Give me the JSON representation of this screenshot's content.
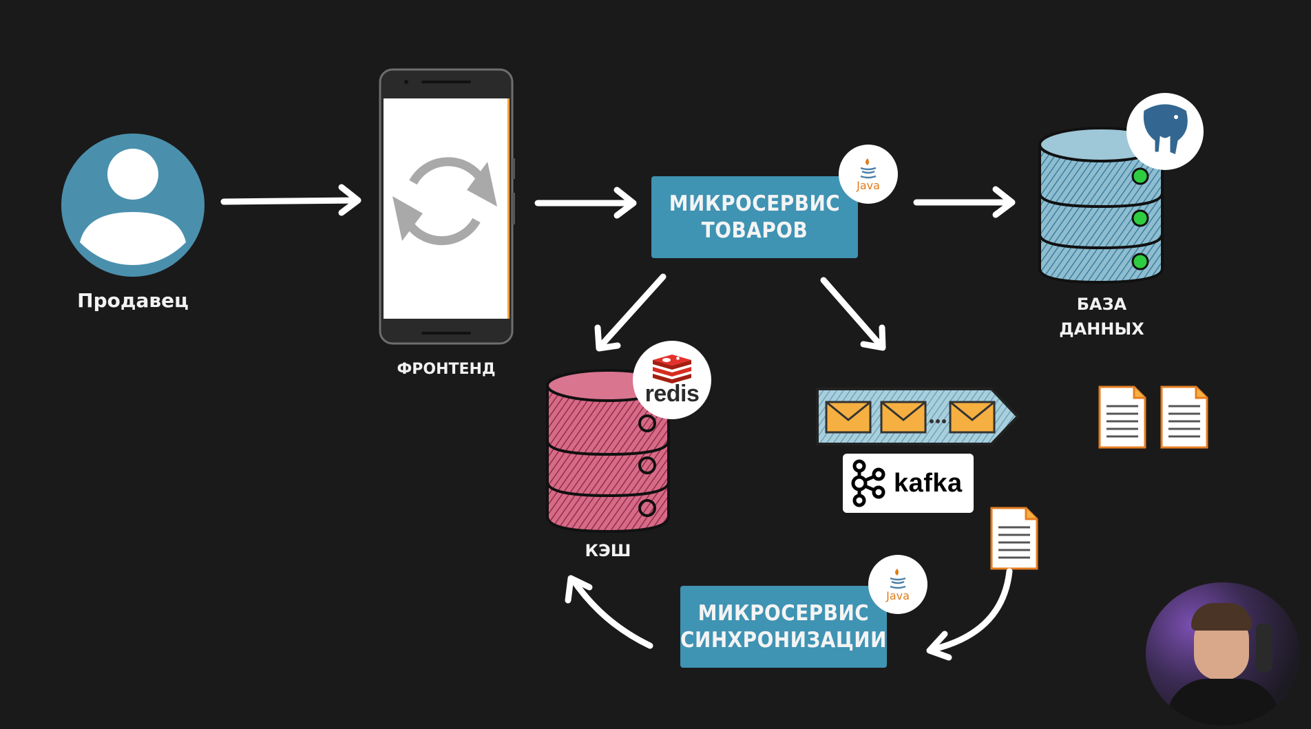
{
  "nodes": {
    "seller": {
      "label": "Продавец"
    },
    "frontend": {
      "label": "ФРОНТЕНД"
    },
    "product_service": {
      "line1": "МИКРОСЕРВИС",
      "line2": "ТОВАРОВ",
      "badge": "Java"
    },
    "database": {
      "line1": "БАЗА",
      "line2": "ДАННЫХ"
    },
    "cache": {
      "label": "КЭШ",
      "badge": "redis"
    },
    "queue": {
      "logo": "kafka"
    },
    "sync_service": {
      "line1": "МИКРОСЕРВИС",
      "line2": "СИНХРОНИЗАЦИИ",
      "badge": "Java"
    }
  },
  "edges": [
    {
      "from": "seller",
      "to": "frontend"
    },
    {
      "from": "frontend",
      "to": "product_service"
    },
    {
      "from": "product_service",
      "to": "database"
    },
    {
      "from": "product_service",
      "to": "cache"
    },
    {
      "from": "product_service",
      "to": "queue"
    },
    {
      "from": "queue",
      "to": "sync_service"
    },
    {
      "from": "sync_service",
      "to": "cache"
    }
  ],
  "colors": {
    "background": "#1b1a1a",
    "service_box": "#3f93b3",
    "avatar": "#4a90ad",
    "database": "#8bb9cc",
    "cache": "#c0536f",
    "db_indicator": "#2ecc40",
    "envelope": "#f5b041",
    "document": "#e67e22"
  },
  "icons": [
    "user-avatar-icon",
    "phone-icon",
    "refresh-icon",
    "java-icon",
    "postgresql-icon",
    "redis-icon",
    "kafka-icon",
    "envelope-icon",
    "document-icon",
    "database-icon"
  ]
}
